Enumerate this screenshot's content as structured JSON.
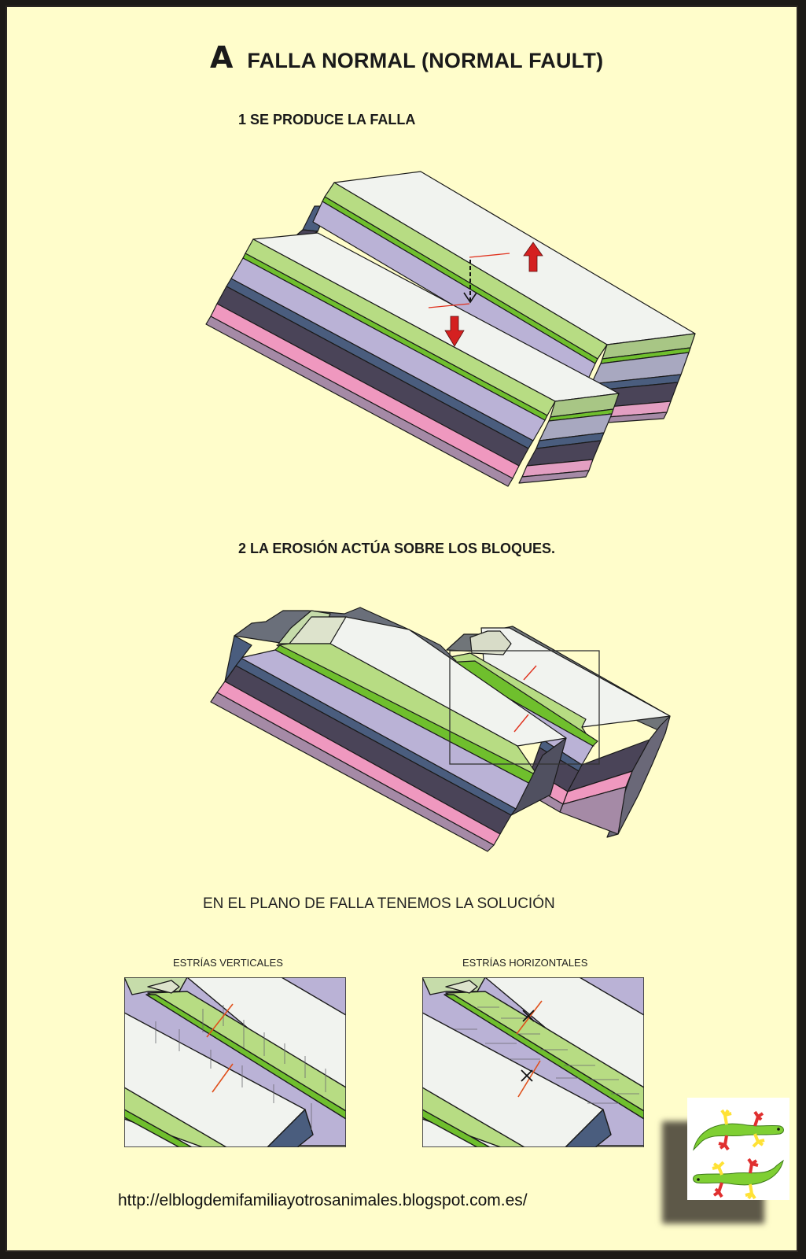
{
  "header": {
    "letter": "A",
    "title": "FALLA NORMAL (NORMAL FAULT)"
  },
  "steps": [
    {
      "label": "1 SE PRODUCE LA FALLA"
    },
    {
      "label": "2 LA EROSIÓN ACTÚA SOBRE LOS BLOQUES."
    }
  ],
  "solution": {
    "text": "EN EL PLANO DE FALLA TENEMOS LA SOLUCIÓN",
    "panels": [
      {
        "caption": "ESTRÍAS VERTICALES",
        "striation": "vertical"
      },
      {
        "caption": "ESTRÍAS HORIZONTALES",
        "striation": "horizontal"
      }
    ]
  },
  "footer": {
    "url": "http://elblogdemifamiliayotrosanimales.blogspot.com.es/"
  },
  "logo": {
    "icon": "two-geckos-logo"
  },
  "colors": {
    "background": "#fffdcb",
    "frame": "#1c1a17",
    "top_surface": "#f1f3ef",
    "green_layer": "#b7dc83",
    "green_band": "#6fbf2d",
    "lavender_layer": "#bab2d6",
    "slate_band": "#4a5d7e",
    "dark_layer": "#4a4458",
    "pink_layer": "#ef98bf",
    "mauve_layer": "#a58aa6",
    "arrow_red": "#d42020",
    "fault_line_red": "#e0301c"
  },
  "legend_arrows": [
    {
      "icon": "up-arrow-icon",
      "meaning": "upthrown block"
    },
    {
      "icon": "down-arrow-icon",
      "meaning": "downthrown block"
    },
    {
      "icon": "dashed-down-arrow-icon",
      "meaning": "fault displacement"
    }
  ]
}
